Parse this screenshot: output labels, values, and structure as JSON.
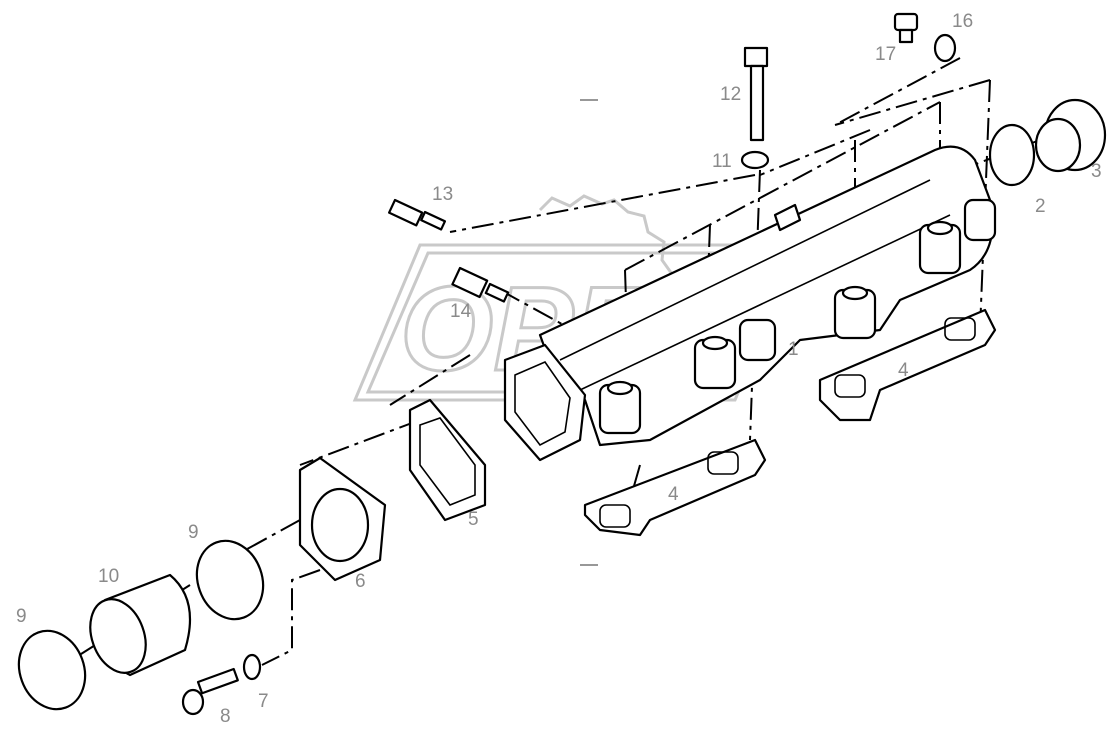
{
  "watermark": {
    "text": "OPEX"
  },
  "callouts": [
    {
      "id": "1",
      "label": "1"
    },
    {
      "id": "2",
      "label": "2"
    },
    {
      "id": "3",
      "label": "3"
    },
    {
      "id": "4a",
      "label": "4"
    },
    {
      "id": "4b",
      "label": "4"
    },
    {
      "id": "5",
      "label": "5"
    },
    {
      "id": "6",
      "label": "6"
    },
    {
      "id": "7",
      "label": "7"
    },
    {
      "id": "8",
      "label": "8"
    },
    {
      "id": "9a",
      "label": "9"
    },
    {
      "id": "9b",
      "label": "9"
    },
    {
      "id": "10",
      "label": "10"
    },
    {
      "id": "11",
      "label": "11"
    },
    {
      "id": "12",
      "label": "12"
    },
    {
      "id": "13",
      "label": "13"
    },
    {
      "id": "14",
      "label": "14"
    },
    {
      "id": "16",
      "label": "16"
    },
    {
      "id": "17",
      "label": "17"
    }
  ]
}
